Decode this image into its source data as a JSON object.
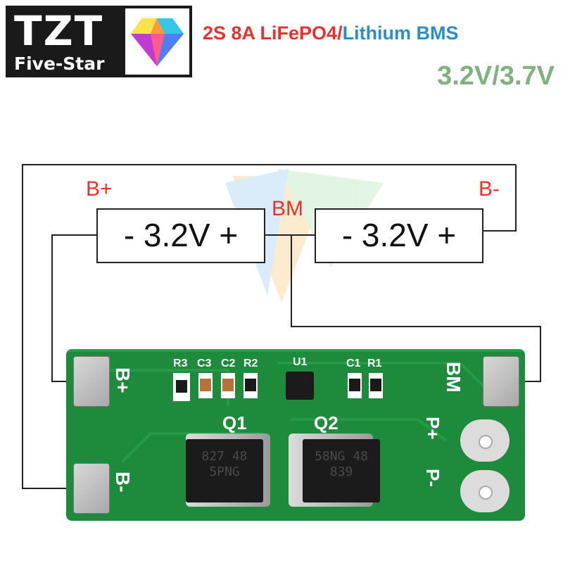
{
  "logo": {
    "brand": "TZT",
    "tagline": "Five-Star",
    "icon": "diamond-gem-icon"
  },
  "title": {
    "part1": "2S 8A LiFePO4/",
    "part2": "Lithium BMS",
    "voltage": "3.2V/3.7V"
  },
  "wiring": {
    "b_plus": "B+",
    "b_minus": "B-",
    "bm": "BM",
    "cell1": "- 3.2V +",
    "cell2": "- 3.2V +"
  },
  "board": {
    "silk": {
      "b_plus": "B+",
      "b_minus": "B-",
      "bm": "BM",
      "p_plus": "P+",
      "p_minus": "P-",
      "q1": "Q1",
      "q2": "Q2",
      "r3": "R3",
      "c3": "C3",
      "c2": "C2",
      "r2": "R2",
      "u1": "U1",
      "c1": "C1",
      "r1": "R1"
    },
    "q1_marking": "827 48 5PNG",
    "q2_marking": "58NG 48 839"
  },
  "colors": {
    "logo_bg": "#1a1a1a",
    "title_red": "#e5322d",
    "title_blue": "#2a8ec9",
    "voltage_green": "#7fb27f",
    "pcb_green": "#1d8a3c"
  }
}
